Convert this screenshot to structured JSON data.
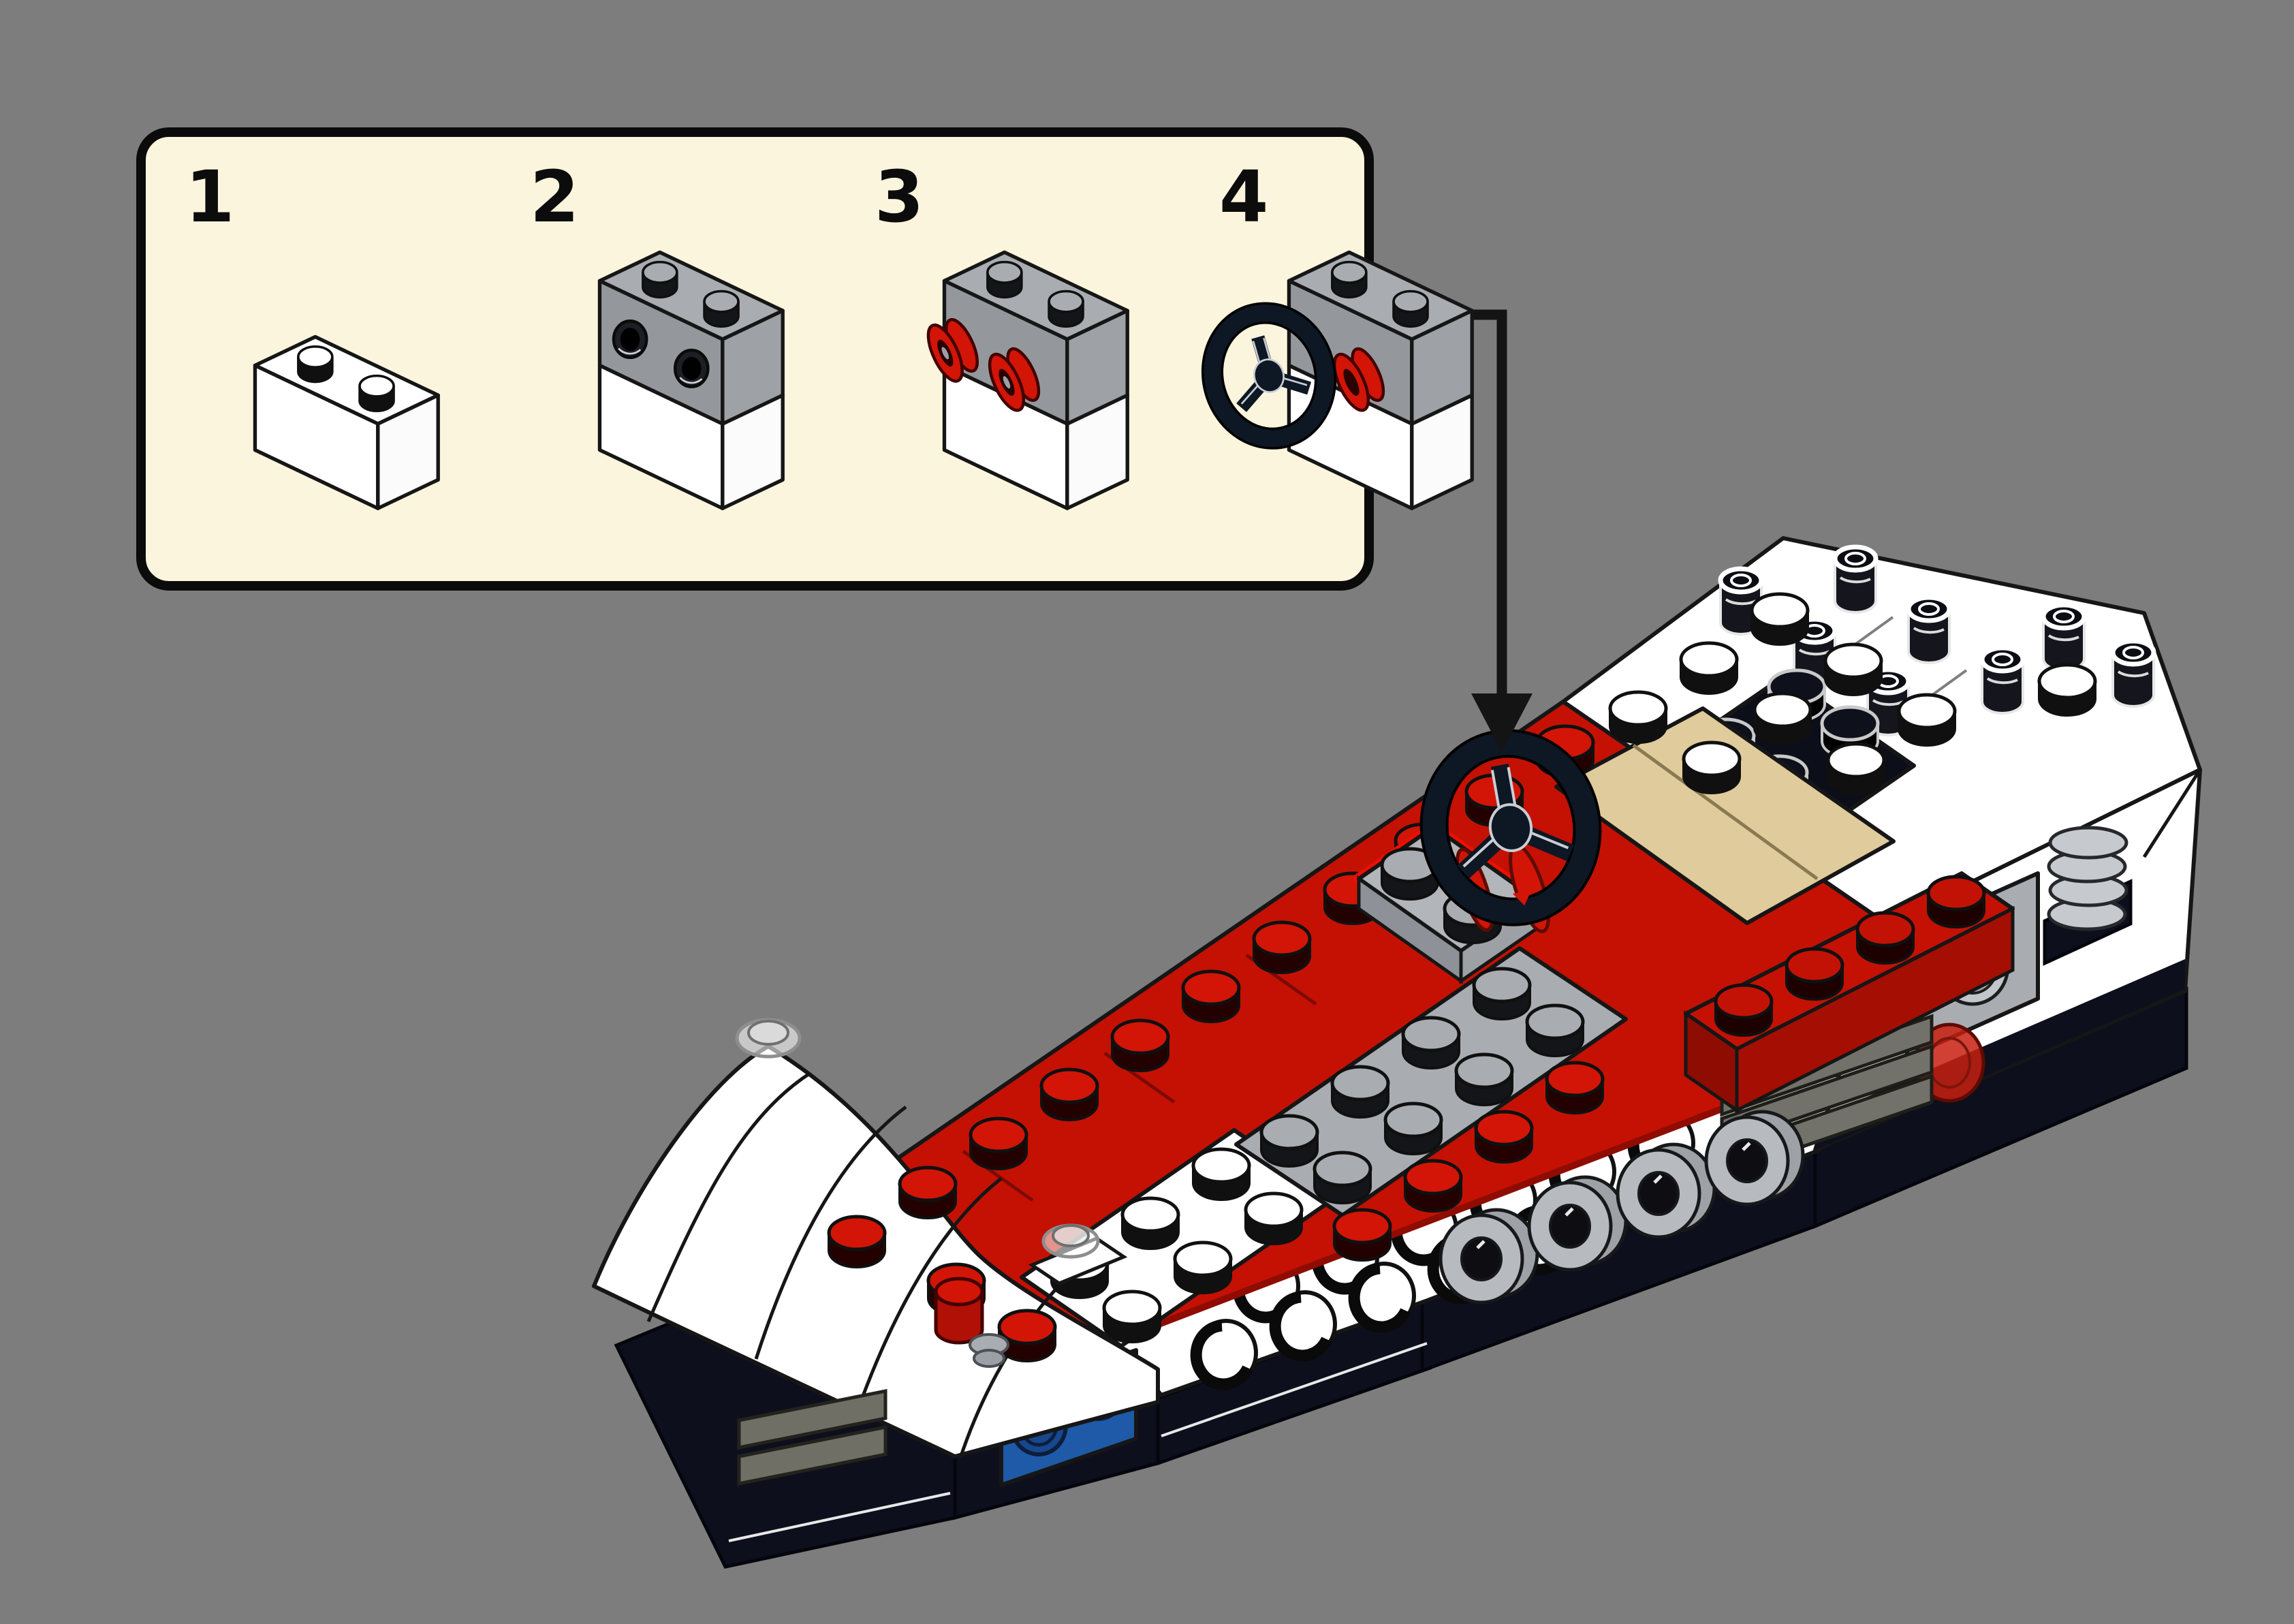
{
  "scene": {
    "kind": "lego-instruction-step",
    "background_color": "#7d7d7d"
  },
  "callout": {
    "background_color": "#fcf5dd",
    "border_color": "#0b0b0b",
    "steps": [
      {
        "number": "1",
        "part": "white-1x2-brick"
      },
      {
        "number": "2",
        "part": "gray-1x2-pin-brick-stacked-on-white-brick"
      },
      {
        "number": "3",
        "part": "red-wheel-hubs-inserted-in-pin-holes"
      },
      {
        "number": "4",
        "part": "black-steering-wheel-mounted-on-hub"
      }
    ]
  },
  "arrow": {
    "target": "steering-wheel-position-in-cockpit"
  },
  "model": {
    "subject": "partially-built-red-white-race-car",
    "highlight_color": "#ee0f00",
    "palette": {
      "red": "#c41104",
      "red_dark": "#9a0d02",
      "stud_red": "#d21506",
      "white": "#ffffff",
      "gray_plate": "#a9adb2",
      "tan_seat": "#e0cb9c",
      "navy_base": "#0d0f1c",
      "blue_brick": "#1e5aa8",
      "wheel_black": "#0e1724",
      "pipe_gray": "#72726a",
      "trans_red": "#c4281c"
    }
  }
}
